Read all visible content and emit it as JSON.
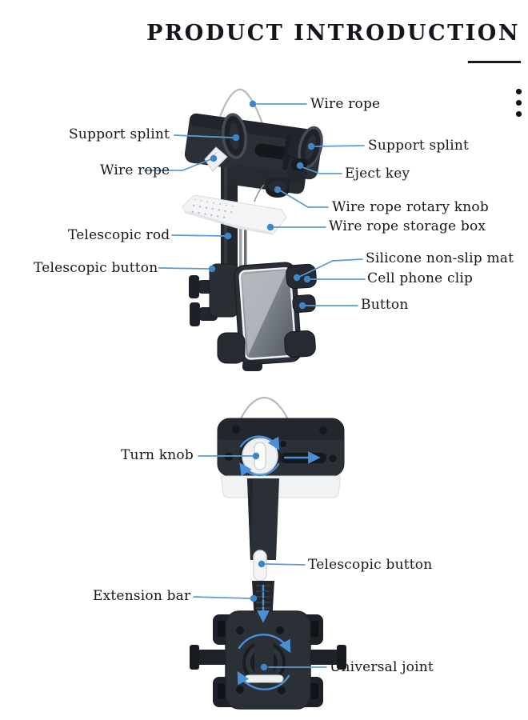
{
  "title": "PRODUCT INTRODUCTION",
  "labels": {
    "wire_rope_hanger": "Wire rope",
    "support_splint_left": "Support splint",
    "support_splint_right": "Support splint",
    "wire_rope_clamp": "Wire rope",
    "eject_key": "Eject key",
    "wire_rope_rotary_knob": "Wire rope rotary knob",
    "wire_rope_storage_box": "Wire rope storage box",
    "telescopic_rod": "Telescopic rod",
    "telescopic_button_upper": "Telescopic button",
    "silicone_non_slip_mat": "Silicone non-slip mat",
    "cell_phone_clip": "Cell phone clip",
    "button": "Button",
    "turn_knob": "Turn knob",
    "telescopic_button_lower": "Telescopic button",
    "extension_bar": "Extension bar",
    "universal_joint": "Universal joint"
  },
  "colors": {
    "leader_line": "#5b9bd5",
    "leader_dot": "#3e86c8",
    "arrow": "#4a90d9",
    "title_text": "#14161b",
    "label_text": "#15171b",
    "device_body": "#2b3037",
    "device_light_part": "#f3f4f6"
  },
  "icons": {
    "vertical_dots": "⋮"
  }
}
